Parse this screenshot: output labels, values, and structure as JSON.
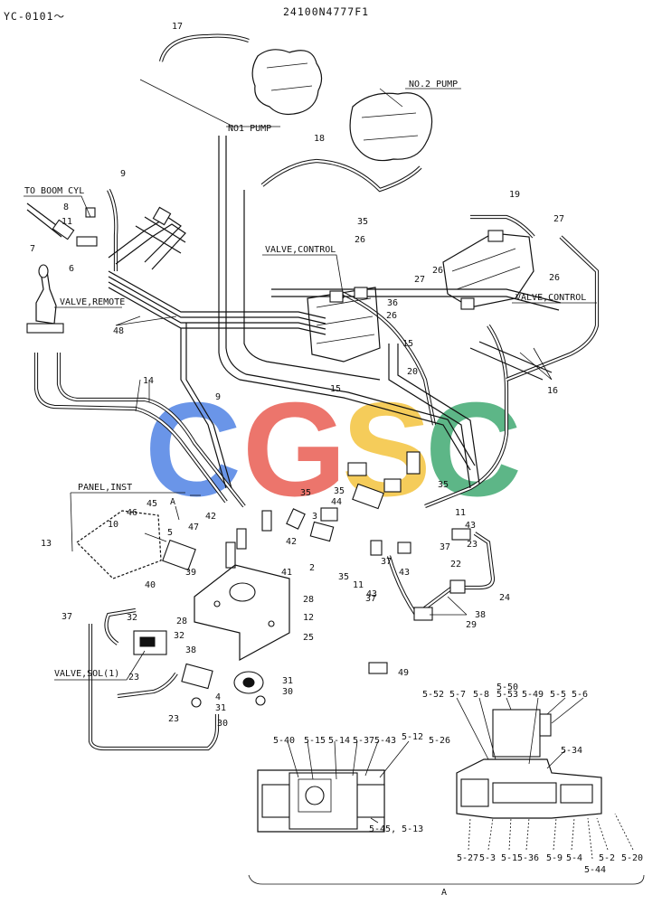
{
  "header": {
    "model_code": "YC-0101～",
    "drawing_number": "24100N4777F1"
  },
  "callouts": {
    "no1_pump": "NO1 PUMP",
    "no2_pump": "NO.2 PUMP",
    "to_boom_cyl": "TO BOOM CYL",
    "valve_remote": "VALVE,REMOTE",
    "valve_control_left": "VALVE,CONTROL",
    "valve_control_right": "VALVE,CONTROL",
    "panel_inst": "PANEL,INST",
    "valve_sol": "VALVE,SOL(1)",
    "view_a_top": "A",
    "view_a_bottom": "A"
  },
  "watermark": {
    "letters": [
      "C",
      "G",
      "S",
      "C"
    ],
    "colors": [
      "#4a7ee3",
      "#e8574d",
      "#f3c136",
      "#3aa76d"
    ]
  },
  "part_labels": [
    "17",
    "18",
    "19",
    "9",
    "8",
    "11",
    "7",
    "6",
    "35",
    "26",
    "27",
    "26",
    "36",
    "26",
    "27",
    "26",
    "48",
    "15",
    "15",
    "20",
    "16",
    "14",
    "9",
    "45",
    "46",
    "10",
    "13",
    "5",
    "47",
    "42",
    "42",
    "3",
    "35",
    "44",
    "35",
    "35",
    "2",
    "35",
    "11",
    "43",
    "37",
    "43",
    "11",
    "43",
    "37",
    "23",
    "22",
    "24",
    "38",
    "29",
    "41",
    "39",
    "40",
    "32",
    "28",
    "32",
    "28",
    "12",
    "25",
    "37",
    "38",
    "23",
    "4",
    "31",
    "30",
    "31",
    "30",
    "49",
    "5-52",
    "5-7",
    "5-8",
    "5-50",
    "5-53",
    "5-49",
    "5-5",
    "5-6",
    "5-40",
    "5-15",
    "5-14",
    "5-37",
    "5-43",
    "5-12",
    "5-26",
    "5-34",
    "5-45, 5-13",
    "5-27",
    "5-3",
    "5-1",
    "5-36",
    "5-9",
    "5-4",
    "5-44",
    "5-2",
    "5-20",
    "23",
    "37"
  ]
}
